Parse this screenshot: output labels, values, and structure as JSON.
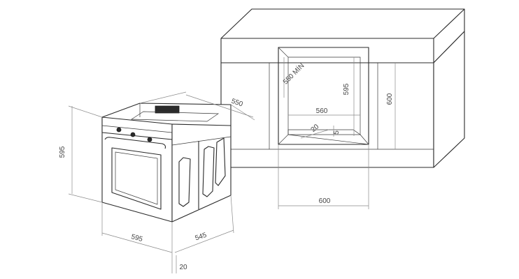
{
  "dimensions": {
    "oven_height": "595",
    "oven_width": "595",
    "oven_depth": "545",
    "oven_top_depth": "550",
    "front_offset": "20",
    "niche_min_depth": "550 MİN",
    "niche_height": "595",
    "niche_width": "560",
    "niche_bottom_offset": "20",
    "niche_gap": "5",
    "cabinet_height": "600",
    "cabinet_width": "600"
  }
}
